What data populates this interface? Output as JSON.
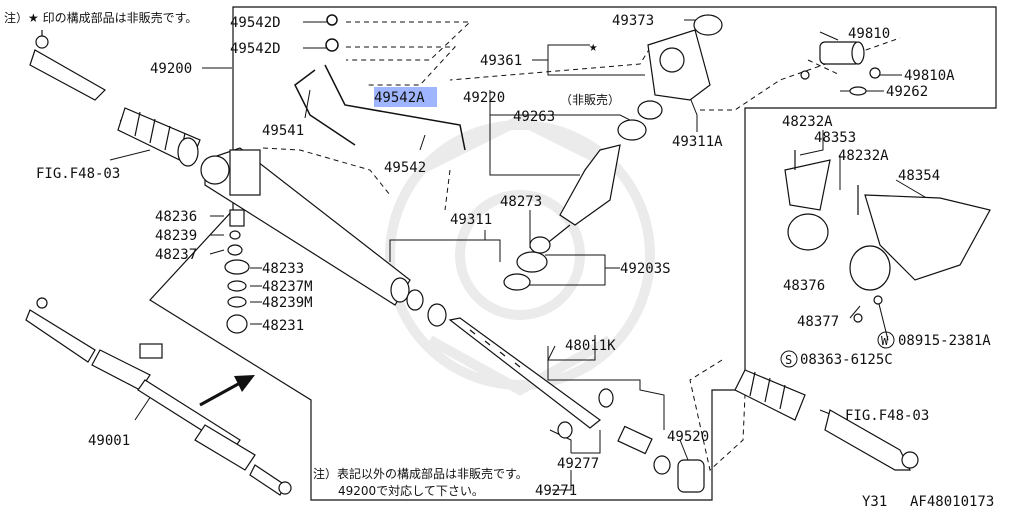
{
  "notes": {
    "top_note": "注）★ 印の構成部品は非販売です。",
    "bottom_note_line1": "注）表記以外の構成部品は非販売です。",
    "bottom_note_line2": "49200で対応して下さい。",
    "not_for_sale": "（非販売）",
    "star": "★"
  },
  "footer": {
    "model_code": "Y31",
    "figure_code": "AF48010173"
  },
  "highlight_color": "#9fb6ff",
  "parts": {
    "p49542D_a": "49542D",
    "p49542D_b": "49542D",
    "p49373": "49373",
    "p49810": "49810",
    "p49810A": "49810A",
    "p49262": "49262",
    "p49361": "49361",
    "p49200": "49200",
    "p49542A": "49542A",
    "p49220": "49220",
    "p49263": "49263",
    "p49311A": "49311A",
    "p49541": "49541",
    "p49542": "49542",
    "p48232A_a": "48232A",
    "p48353": "48353",
    "p48232A_b": "48232A",
    "p48354": "48354",
    "fig_left": "FIG.F48-03",
    "p48273": "48273",
    "p49311": "49311",
    "p48236": "48236",
    "p48239": "48239",
    "p48237": "48237",
    "p48233": "48233",
    "p48237M": "48237M",
    "p48239M": "48239M",
    "p48231": "48231",
    "p49203S": "49203S",
    "p48376": "48376",
    "p48377": "48377",
    "p08915": "08915-2381A",
    "w_mark": "W",
    "s_mark": "S",
    "p08363": "08363-6125C",
    "p48011K": "48011K",
    "fig_right": "FIG.F48-03",
    "p49001": "49001",
    "p49520": "49520",
    "p49277": "49277",
    "p49271": "49271"
  }
}
